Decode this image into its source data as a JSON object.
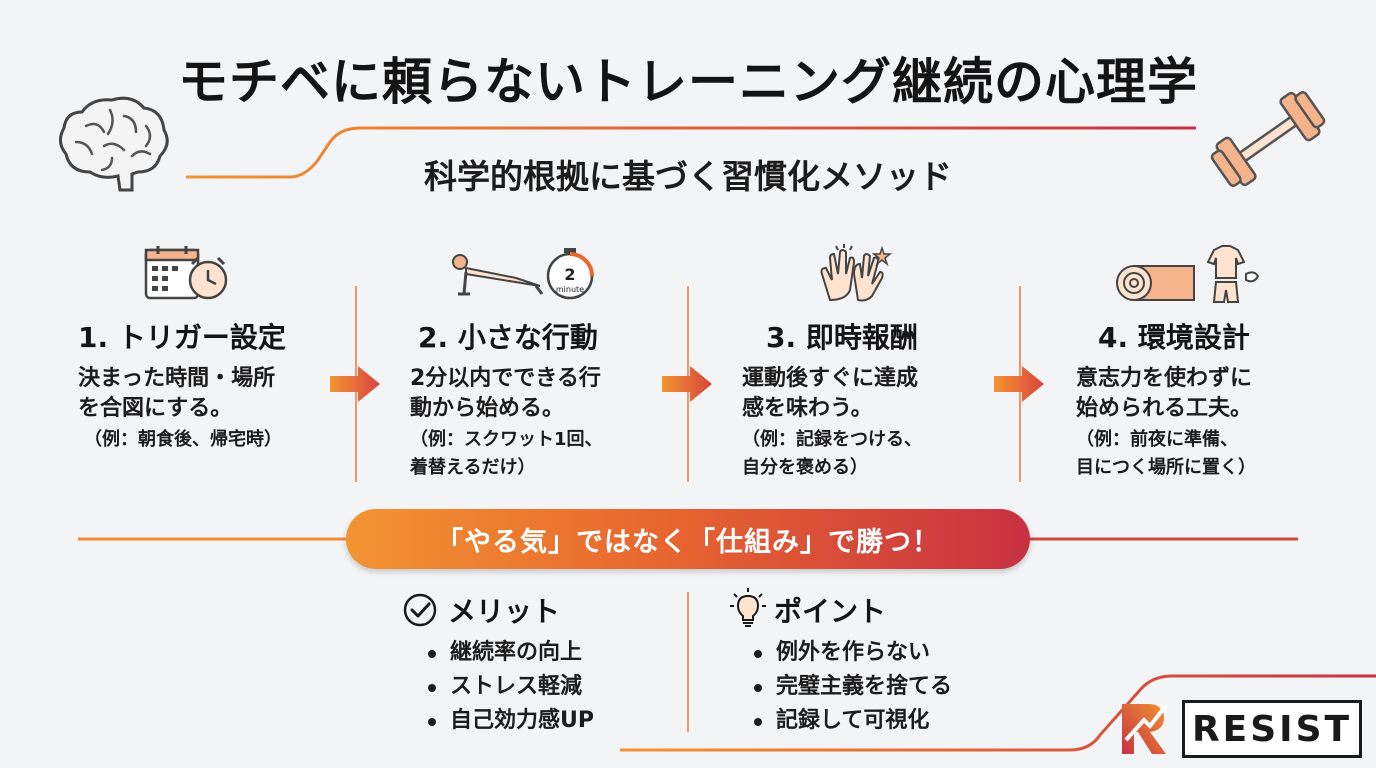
{
  "title": "モチベに頼らないトレーニング継続の心理学",
  "subtitle": "科学的根拠に基づく習慣化メソッド",
  "steps": [
    {
      "title": "1. トリガー設定",
      "desc": "決まった時間・場所\nを合図にする。",
      "example": "（例：朝食後、帰宅時）",
      "icon": "calendar-clock-icon"
    },
    {
      "title": "2. 小さな行動",
      "desc": "2分以内でできる行\n動から始める。",
      "example": "（例：スクワット1回、\n着替えるだけ）",
      "icon": "pushup-timer-icon",
      "timer_number": "2",
      "timer_unit": "minute"
    },
    {
      "title": "3. 即時報酬",
      "desc": "運動後すぐに達成\n感を味わう。",
      "example": "（例：記録をつける、\n自分を褒める）",
      "icon": "clapping-hands-star-icon"
    },
    {
      "title": "4. 環境設計",
      "desc": "意志力を使わずに\n始められる工夫。",
      "example": "（例：前夜に準備、\n目につく場所に置く）",
      "icon": "yoga-mat-clothes-icon"
    }
  ],
  "banner": "「やる気」ではなく「仕組み」で勝つ！",
  "merits": {
    "heading": "メリット",
    "icon": "check-circle-icon",
    "items": [
      "継続率の向上",
      "ストレス軽減",
      "自己効力感UP"
    ]
  },
  "points": {
    "heading": "ポイント",
    "icon": "lightbulb-icon",
    "items": [
      "例外を作らない",
      "完璧主義を捨てる",
      "記録して可視化"
    ]
  },
  "logo": {
    "text": "RESIST",
    "icon": "resist-logo-icon"
  },
  "colors": {
    "accent": "#ec7a3a",
    "accent_dark": "#c73142",
    "background": "#f3f4f6"
  },
  "decor_icons": [
    "brain-icon",
    "dumbbell-icon"
  ]
}
